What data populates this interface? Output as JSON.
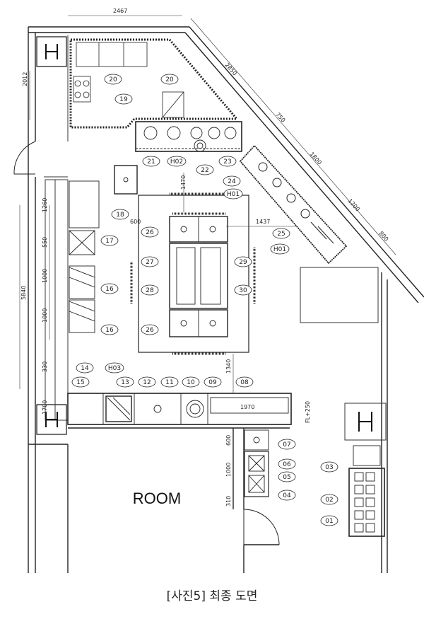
{
  "caption": "[사진5] 최종 도면",
  "room_label": "ROOM",
  "dimensions": {
    "top_width": "2467",
    "diag_total": "2850",
    "diag_a": "750",
    "diag_b": "1800",
    "diag_c": "1200",
    "diag_d": "800",
    "left_total": "5840",
    "left_a": "2012",
    "left_b": "1260",
    "left_c": "550",
    "left_d": "1000",
    "left_e": "1000",
    "left_f": "330",
    "left_g": "1700",
    "mid_a": "1470",
    "mid_b": "1437",
    "mid_c": "600",
    "mid_d": "1340",
    "counter": "1970",
    "fl": "FL+250",
    "right_a": "600",
    "right_b": "1000",
    "right_c": "310"
  },
  "equipment": {
    "e01": "01",
    "e02": "02",
    "e03": "03",
    "e04": "04",
    "e05": "05",
    "e06": "06",
    "e07": "07",
    "e08": "08",
    "e09": "09",
    "e10": "10",
    "e11": "11",
    "e12": "12",
    "e13": "13",
    "e14": "14",
    "e15": "15",
    "e16a": "16",
    "e16b": "16",
    "e17": "17",
    "e18": "18",
    "e19": "19",
    "e20a": "20",
    "e20b": "20",
    "e21": "21",
    "e22": "22",
    "e23": "23",
    "e24": "24",
    "e25": "25",
    "e26a": "26",
    "e26b": "26",
    "e27": "27",
    "e28": "28",
    "e29": "29",
    "e30": "30",
    "h01a": "H01",
    "h01b": "H01",
    "h02": "H02",
    "h03": "H03"
  }
}
